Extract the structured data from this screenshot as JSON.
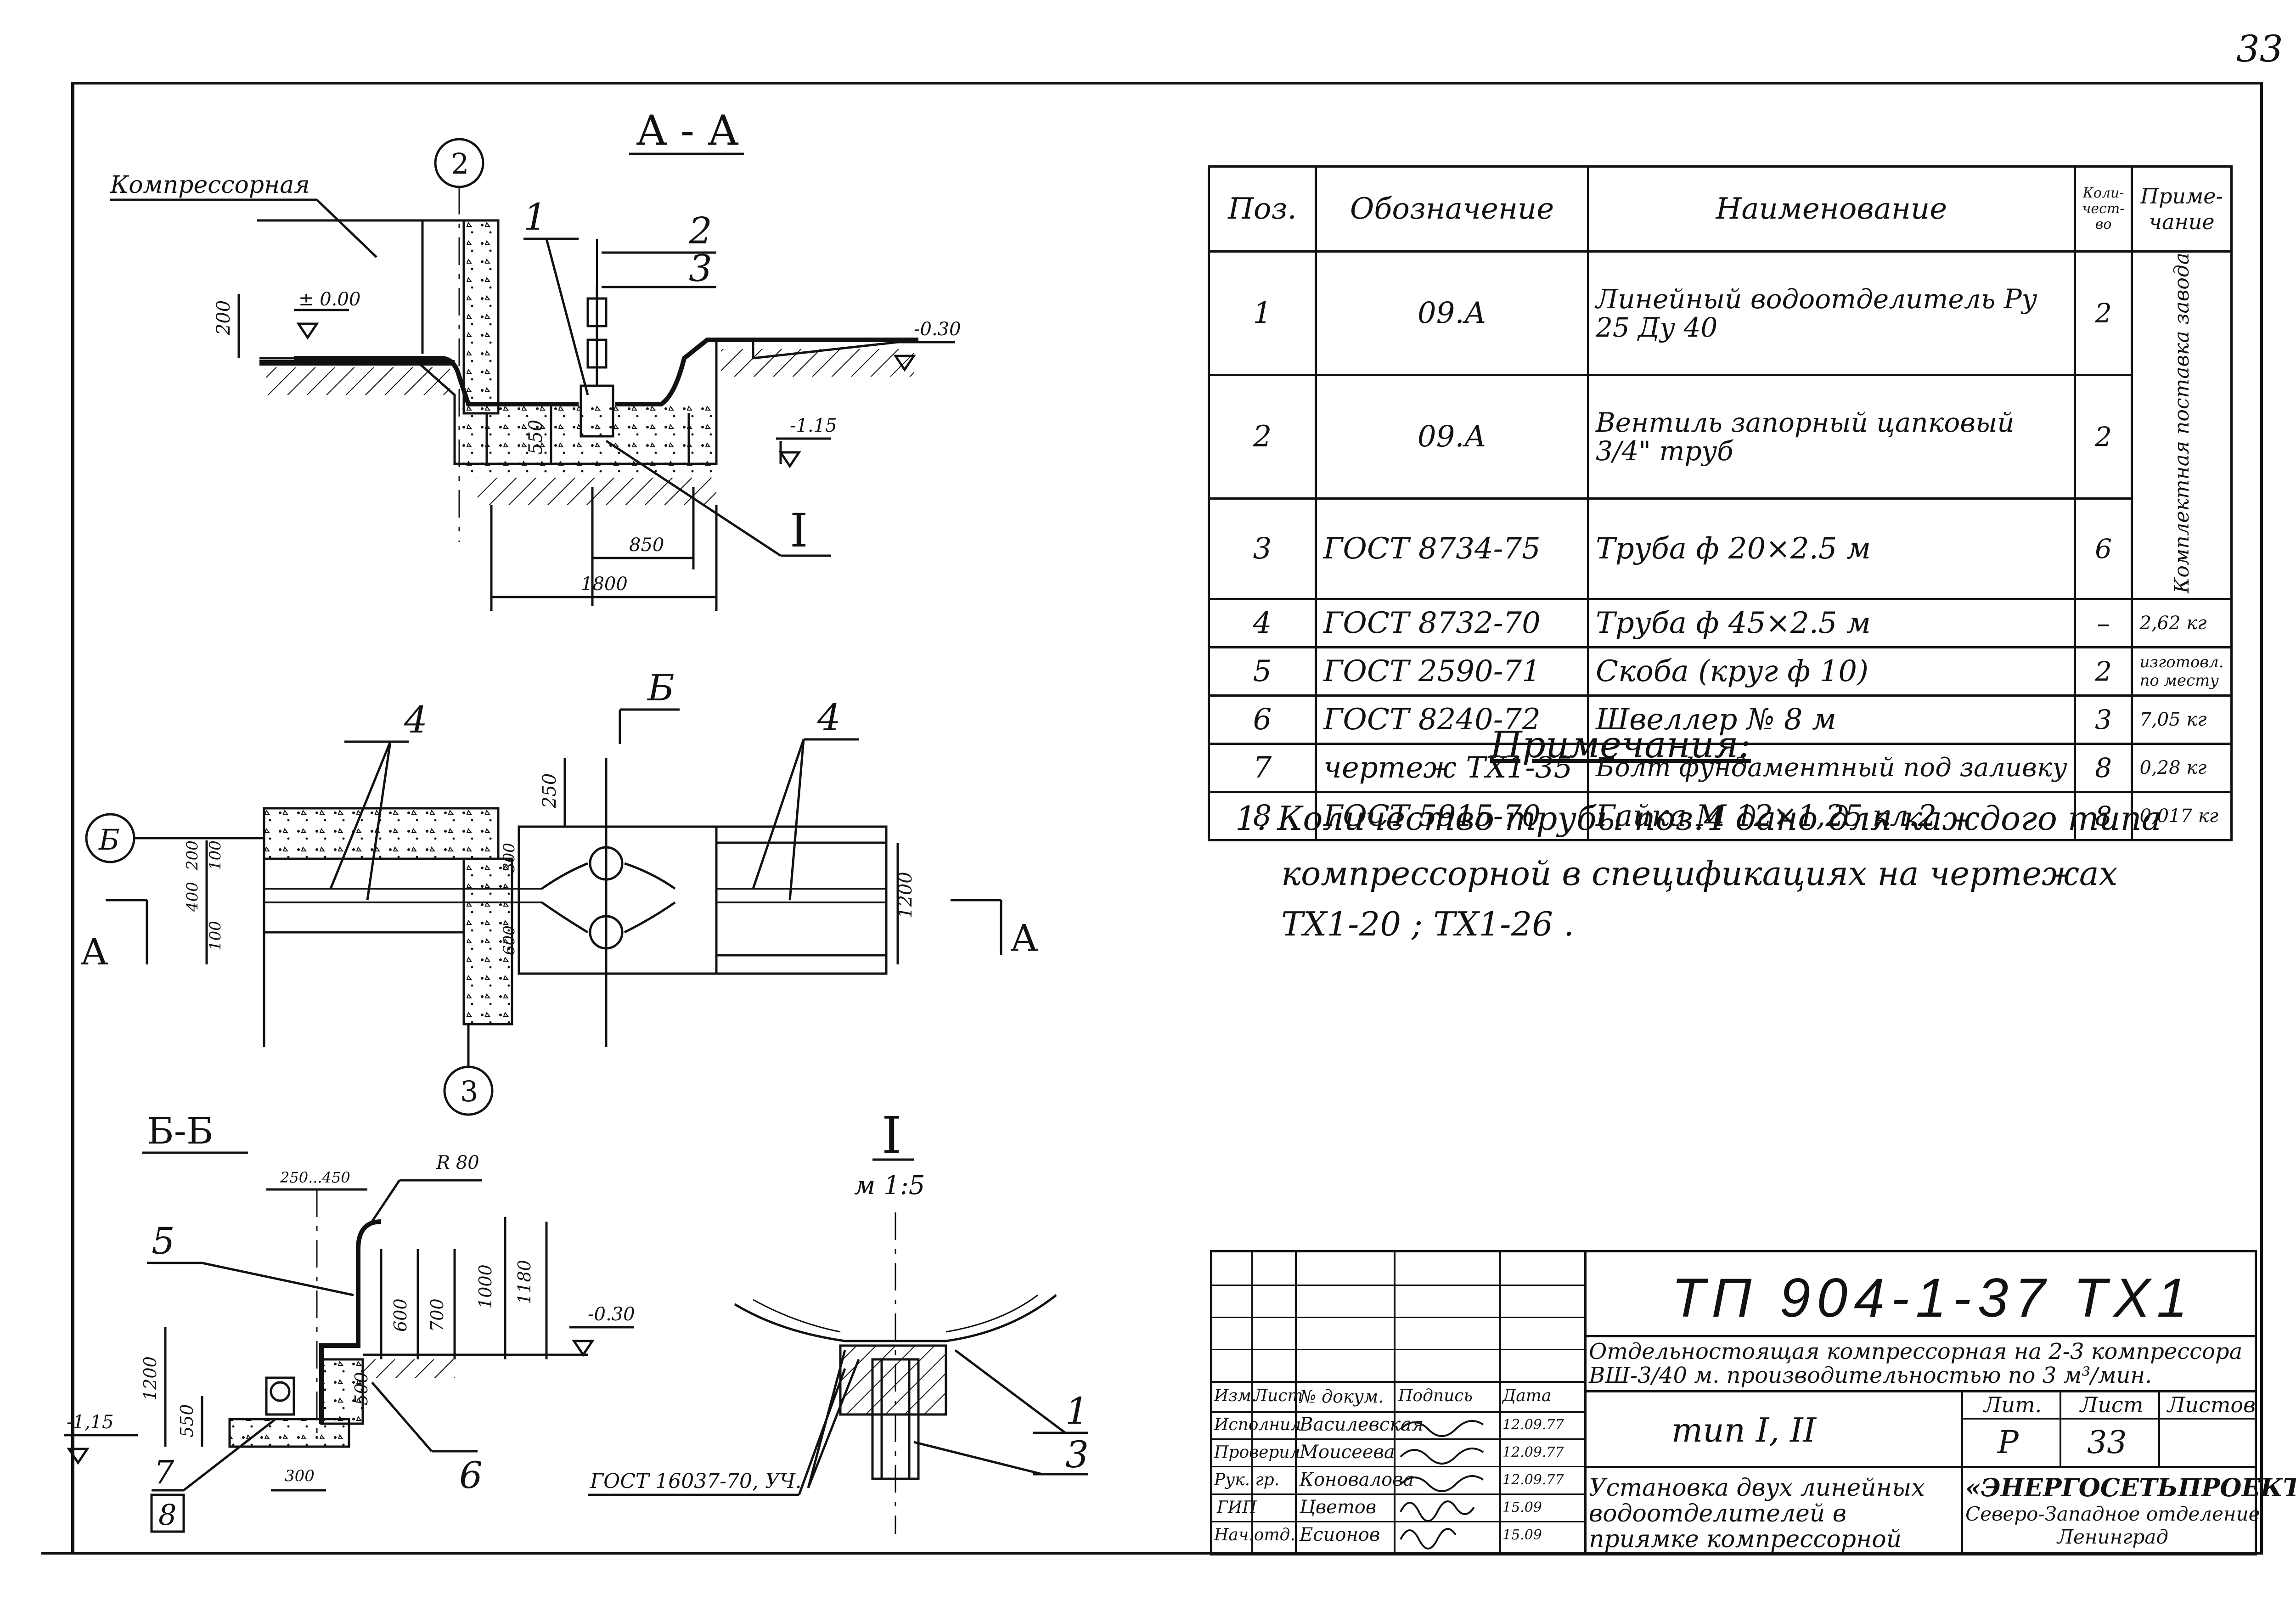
{
  "sheet_corner_number": "33",
  "views": {
    "section_aa": {
      "title": "А - А",
      "room_label": "Компрессорная",
      "axis_2": "2",
      "callout_1": "1",
      "callout_2": "2",
      "callout_3": "3",
      "callout_I": "I",
      "level_zero": "± 0.00",
      "level_030": "-0.30",
      "level_115": "-1.15",
      "dim_200": "200",
      "dim_550": "550",
      "dim_850": "850",
      "dim_1800": "1800"
    },
    "plan": {
      "cut_b": "Б",
      "cut_a_left": "А",
      "cut_a_right": "А",
      "callout_4_left": "4",
      "callout_4_right": "4",
      "axis_b": "Б",
      "axis_3": "3",
      "dim_250": "250",
      "dim_200": "200",
      "dim_100a": "100",
      "dim_400": "400",
      "dim_100b": "100",
      "dim_300": "300",
      "dim_600": "600",
      "dim_1200": "1200"
    },
    "section_bb": {
      "title": "Б-Б",
      "dim_250_450": "250...450",
      "radius": "R 80",
      "callout_5": "5",
      "callout_6": "6",
      "callout_7": "7",
      "callout_8": "8",
      "level_030": "-0.30",
      "level_115": "-1,15",
      "dim_1200": "1200",
      "dim_550": "550",
      "dim_500": "500",
      "dim_600": "600",
      "dim_700": "700",
      "dim_1000": "1000",
      "dim_1180": "1180",
      "dim_300": "300",
      "gost_ref": "ГОСТ 16037-70, УЧ."
    },
    "detail_i": {
      "title": "I",
      "scale": "м 1:5",
      "callout_1": "1",
      "callout_3": "3"
    }
  },
  "spec_table": {
    "headers": {
      "pos": "Поз.",
      "designation": "Обозначение",
      "name": "Наименование",
      "qty": "Коли-чест-во",
      "note": "Приме-чание"
    },
    "supply_note": "Комплектная поставка завода",
    "rows": [
      {
        "pos": "1",
        "designation": "09.А",
        "name": "Линейный водоотделитель Ру 25 Ду 40",
        "qty": "2",
        "note": ""
      },
      {
        "pos": "2",
        "designation": "09.А",
        "name": "Вентиль запорный цапковый 3/4\" труб",
        "qty": "2",
        "note": ""
      },
      {
        "pos": "3",
        "designation": "ГОСТ 8734-75",
        "name": "Труба ф 20×2.5   м",
        "qty": "6",
        "note": ""
      },
      {
        "pos": "4",
        "designation": "ГОСТ 8732-70",
        "name": "Труба ф 45×2.5   м",
        "qty": "–",
        "note": "2,62 кг"
      },
      {
        "pos": "5",
        "designation": "ГОСТ 2590-71",
        "name": "Скоба  (круг ф 10)",
        "qty": "2",
        "note": "изготовл. по месту"
      },
      {
        "pos": "6",
        "designation": "ГОСТ 8240-72",
        "name": "Швеллер № 8   м",
        "qty": "3",
        "note": "7,05 кг"
      },
      {
        "pos": "7",
        "designation": "чертеж ТХ1-35",
        "name": "Болт фундаментный под заливку",
        "qty": "8",
        "note": "0,28 кг"
      },
      {
        "pos": "8",
        "designation": "ГОСТ 5915-70",
        "name": "Гайка  М 12×1,25 кл.2",
        "qty": "8",
        "note": "0,017 кг"
      }
    ]
  },
  "notes": {
    "title": "Примечания:",
    "line1": "1. Количество трубы поз.4 дано для каждого типа",
    "line2": "компрессорной в спецификациях на чертежах",
    "line3": "ТХ1-20   ; ТХ1-26 ."
  },
  "title_block": {
    "code": "ТП 904-1-37 ТХ1",
    "object": "Отдельностоящая компрессорная на 2-3 компрессора ВШ-3/40 м. производительностью по 3 м³/мин.",
    "type": "тип I, II",
    "sheet_title": "Установка двух линейных водоотделителей в приямке компрессорной",
    "headers": {
      "izm": "Изм.",
      "list": "Лист",
      "doc": "№ докум.",
      "sign": "Подпись",
      "date": "Дата"
    },
    "people": [
      {
        "role": "Исполнил",
        "name": "Василевская",
        "date": "12.09.77"
      },
      {
        "role": "Проверил",
        "name": "Моисеева",
        "date": "12.09.77"
      },
      {
        "role": "Рук. гр.",
        "name": "Коновалова",
        "date": "12.09.77"
      },
      {
        "role": "ГИП",
        "name": "Цветов",
        "date": "15.09"
      },
      {
        "role": "Нач.отд.",
        "name": "Есионов",
        "date": "15.09"
      }
    ],
    "stage_label": "Лит.",
    "sheet_label": "Лист",
    "sheets_label": "Листов",
    "stage": "Р",
    "sheet": "33",
    "org_name": "«ЭНЕРГОСЕТЬПРОЕКТ",
    "org_branch": "Северо-Западное отделение",
    "org_city": "Ленинград"
  }
}
